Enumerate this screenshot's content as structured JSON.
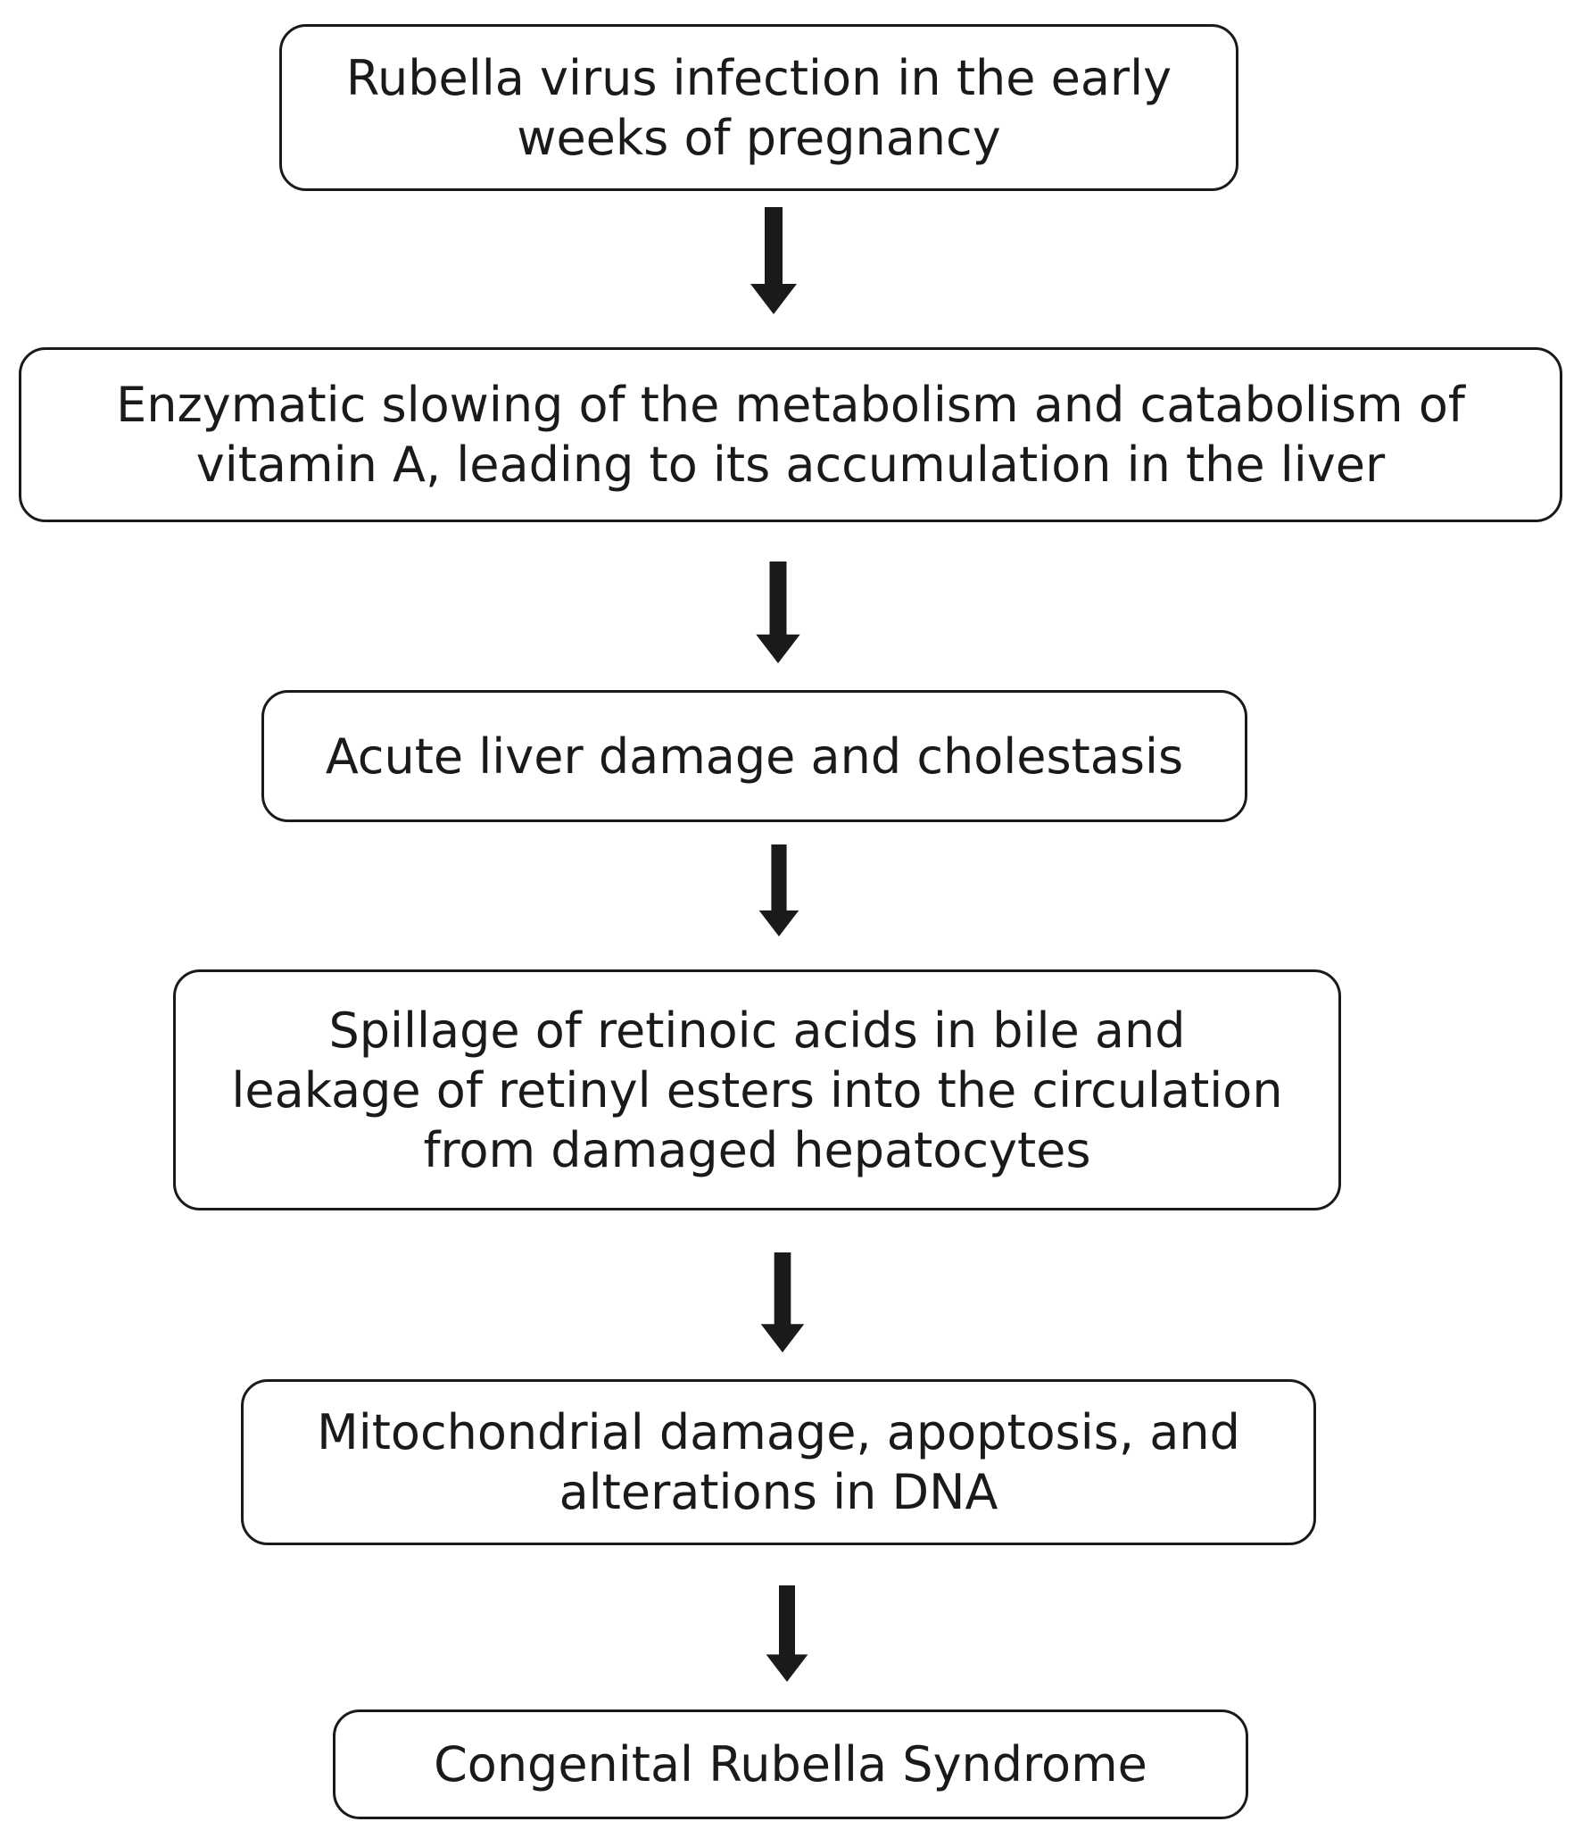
{
  "flowchart": {
    "steps": [
      "Rubella virus infection in the early\nweeks of pregnancy",
      "Enzymatic slowing of the metabolism and catabolism of\nvitamin A, leading to its accumulation in the liver",
      "Acute liver damage and cholestasis",
      "Spillage of retinoic acids in bile and\nleakage of retinyl esters into the circulation\nfrom damaged hepatocytes",
      "Mitochondrial damage, apoptosis, and\nalterations in DNA",
      "Congenital Rubella Syndrome"
    ]
  }
}
